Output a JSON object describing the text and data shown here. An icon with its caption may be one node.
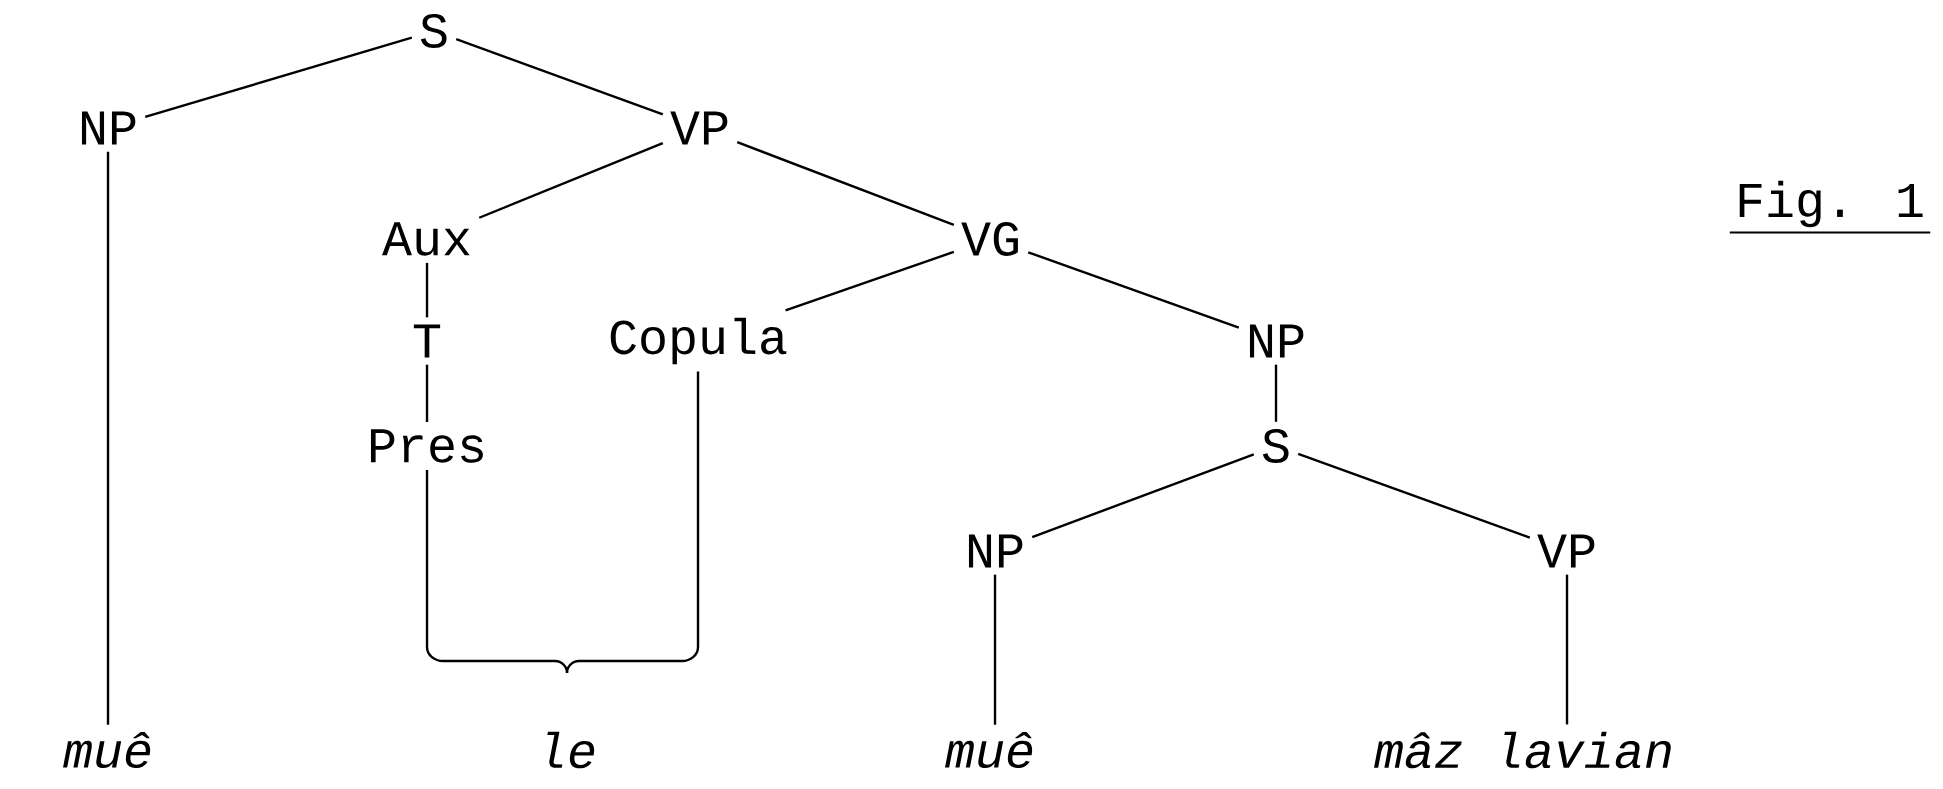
{
  "diagram": {
    "nodes": [
      {
        "text": [
          "S"
        ]
      },
      {
        "text": [
          "NP"
        ]
      },
      {
        "text": [
          "VP"
        ]
      },
      {
        "text": [
          "Aux"
        ]
      },
      {
        "text": [
          "VG"
        ]
      },
      {
        "text": [
          "T"
        ]
      },
      {
        "text": [
          "Copula"
        ]
      },
      {
        "text": [
          "NP"
        ]
      },
      {
        "text": [
          "Pres"
        ]
      },
      {
        "text": [
          "S"
        ]
      },
      {
        "text": [
          "NP"
        ]
      },
      {
        "text": [
          "VP"
        ]
      },
      {
        "text": [
          "muê"
        ]
      },
      {
        "text": [
          "le"
        ]
      },
      {
        "text": [
          "muê"
        ]
      },
      {
        "text": [
          "mâz lavian"
        ]
      }
    ],
    "edges": [
      {
        "from": 0,
        "to": 1,
        "arrow": "none"
      },
      {
        "from": 0,
        "to": 2,
        "arrow": "none"
      },
      {
        "from": 1,
        "to": 12,
        "arrow": "none"
      },
      {
        "from": 2,
        "to": 3,
        "arrow": "none"
      },
      {
        "from": 2,
        "to": 4,
        "arrow": "none"
      },
      {
        "from": 3,
        "to": 5,
        "arrow": "none"
      },
      {
        "from": 5,
        "to": 8,
        "arrow": "none"
      },
      {
        "from": 4,
        "to": 6,
        "arrow": "none"
      },
      {
        "from": 4,
        "to": 7,
        "arrow": "none"
      },
      {
        "from": 7,
        "to": 9,
        "arrow": "none"
      },
      {
        "from": 9,
        "to": 10,
        "arrow": "none"
      },
      {
        "from": 9,
        "to": 11,
        "arrow": "none"
      },
      {
        "from": 10,
        "to": 14,
        "arrow": "none"
      },
      {
        "from": 11,
        "to": 15,
        "arrow": "none"
      },
      {
        "from": 8,
        "to": 13,
        "arrow": "none"
      },
      {
        "from": 6,
        "to": 13,
        "arrow": "none"
      }
    ],
    "labels": [
      "Fig. 1"
    ]
  }
}
